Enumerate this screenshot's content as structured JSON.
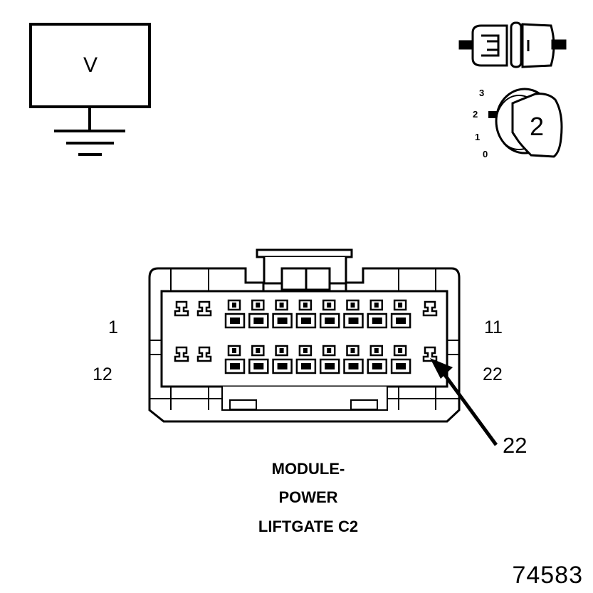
{
  "voltmeter": {
    "symbol": "V"
  },
  "ignition": {
    "position_labels": [
      "3",
      "2",
      "1",
      "0"
    ],
    "key_position": "2"
  },
  "connector": {
    "pin_labels": {
      "top_left": "1",
      "top_right": "11",
      "bottom_left": "12",
      "bottom_right": "22"
    },
    "callout_pin": "22"
  },
  "title_lines": [
    "MODULE-",
    "POWER",
    "LIFTGATE C2"
  ],
  "figure_id": "74583"
}
